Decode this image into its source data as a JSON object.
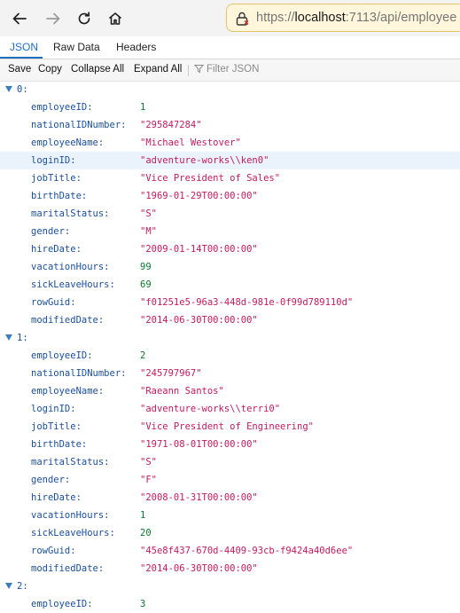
{
  "browser": {
    "url_scheme": "https://",
    "url_host": "localhost",
    "url_rest": ":7113/api/employee"
  },
  "tabs": [
    {
      "label": "JSON",
      "active": true
    },
    {
      "label": "Raw Data",
      "active": false
    },
    {
      "label": "Headers",
      "active": false
    }
  ],
  "toolbar": {
    "save": "Save",
    "copy": "Copy",
    "collapse_all": "Collapse All",
    "expand_all": "Expand All",
    "filter_placeholder": "Filter JSON"
  },
  "colors": {
    "accent": "#1f6fbf",
    "key": "#1a4f9c",
    "number": "#0a7a2f",
    "string": "#c41a5e",
    "url_bar": "#fff6db"
  },
  "icons": [
    "back-arrow-icon",
    "forward-arrow-icon",
    "reload-icon",
    "home-icon",
    "lock-icon",
    "filter-icon",
    "expand-caret-icon"
  ],
  "json_rows": [
    {
      "type": "index",
      "label": "0:"
    },
    {
      "type": "prop",
      "key": "employeeID:",
      "value": "1",
      "kind": "num"
    },
    {
      "type": "prop",
      "key": "nationalIDNumber:",
      "value": "\"295847284\"",
      "kind": "str"
    },
    {
      "type": "prop",
      "key": "employeeName:",
      "value": "\"Michael Westover\"",
      "kind": "str"
    },
    {
      "type": "prop",
      "key": "loginID:",
      "value": "\"adventure-works\\\\ken0\"",
      "kind": "str",
      "highlighted": true
    },
    {
      "type": "prop",
      "key": "jobTitle:",
      "value": "\"Vice President of Sales\"",
      "kind": "str"
    },
    {
      "type": "prop",
      "key": "birthDate:",
      "value": "\"1969-01-29T00:00:00\"",
      "kind": "str"
    },
    {
      "type": "prop",
      "key": "maritalStatus:",
      "value": "\"S\"",
      "kind": "str"
    },
    {
      "type": "prop",
      "key": "gender:",
      "value": "\"M\"",
      "kind": "str"
    },
    {
      "type": "prop",
      "key": "hireDate:",
      "value": "\"2009-01-14T00:00:00\"",
      "kind": "str"
    },
    {
      "type": "prop",
      "key": "vacationHours:",
      "value": "99",
      "kind": "num"
    },
    {
      "type": "prop",
      "key": "sickLeaveHours:",
      "value": "69",
      "kind": "num"
    },
    {
      "type": "prop",
      "key": "rowGuid:",
      "value": "\"f01251e5-96a3-448d-981e-0f99d789110d\"",
      "kind": "str"
    },
    {
      "type": "prop",
      "key": "modifiedDate:",
      "value": "\"2014-06-30T00:00:00\"",
      "kind": "str"
    },
    {
      "type": "index",
      "label": "1:"
    },
    {
      "type": "prop",
      "key": "employeeID:",
      "value": "2",
      "kind": "num"
    },
    {
      "type": "prop",
      "key": "nationalIDNumber:",
      "value": "\"245797967\"",
      "kind": "str"
    },
    {
      "type": "prop",
      "key": "employeeName:",
      "value": "\"Raeann Santos\"",
      "kind": "str"
    },
    {
      "type": "prop",
      "key": "loginID:",
      "value": "\"adventure-works\\\\terri0\"",
      "kind": "str"
    },
    {
      "type": "prop",
      "key": "jobTitle:",
      "value": "\"Vice President of Engineering\"",
      "kind": "str"
    },
    {
      "type": "prop",
      "key": "birthDate:",
      "value": "\"1971-08-01T00:00:00\"",
      "kind": "str"
    },
    {
      "type": "prop",
      "key": "maritalStatus:",
      "value": "\"S\"",
      "kind": "str"
    },
    {
      "type": "prop",
      "key": "gender:",
      "value": "\"F\"",
      "kind": "str"
    },
    {
      "type": "prop",
      "key": "hireDate:",
      "value": "\"2008-01-31T00:00:00\"",
      "kind": "str"
    },
    {
      "type": "prop",
      "key": "vacationHours:",
      "value": "1",
      "kind": "num"
    },
    {
      "type": "prop",
      "key": "sickLeaveHours:",
      "value": "20",
      "kind": "num"
    },
    {
      "type": "prop",
      "key": "rowGuid:",
      "value": "\"45e8f437-670d-4409-93cb-f9424a40d6ee\"",
      "kind": "str"
    },
    {
      "type": "prop",
      "key": "modifiedDate:",
      "value": "\"2014-06-30T00:00:00\"",
      "kind": "str"
    },
    {
      "type": "index",
      "label": "2:"
    },
    {
      "type": "prop",
      "key": "employeeID:",
      "value": "3",
      "kind": "num"
    }
  ]
}
